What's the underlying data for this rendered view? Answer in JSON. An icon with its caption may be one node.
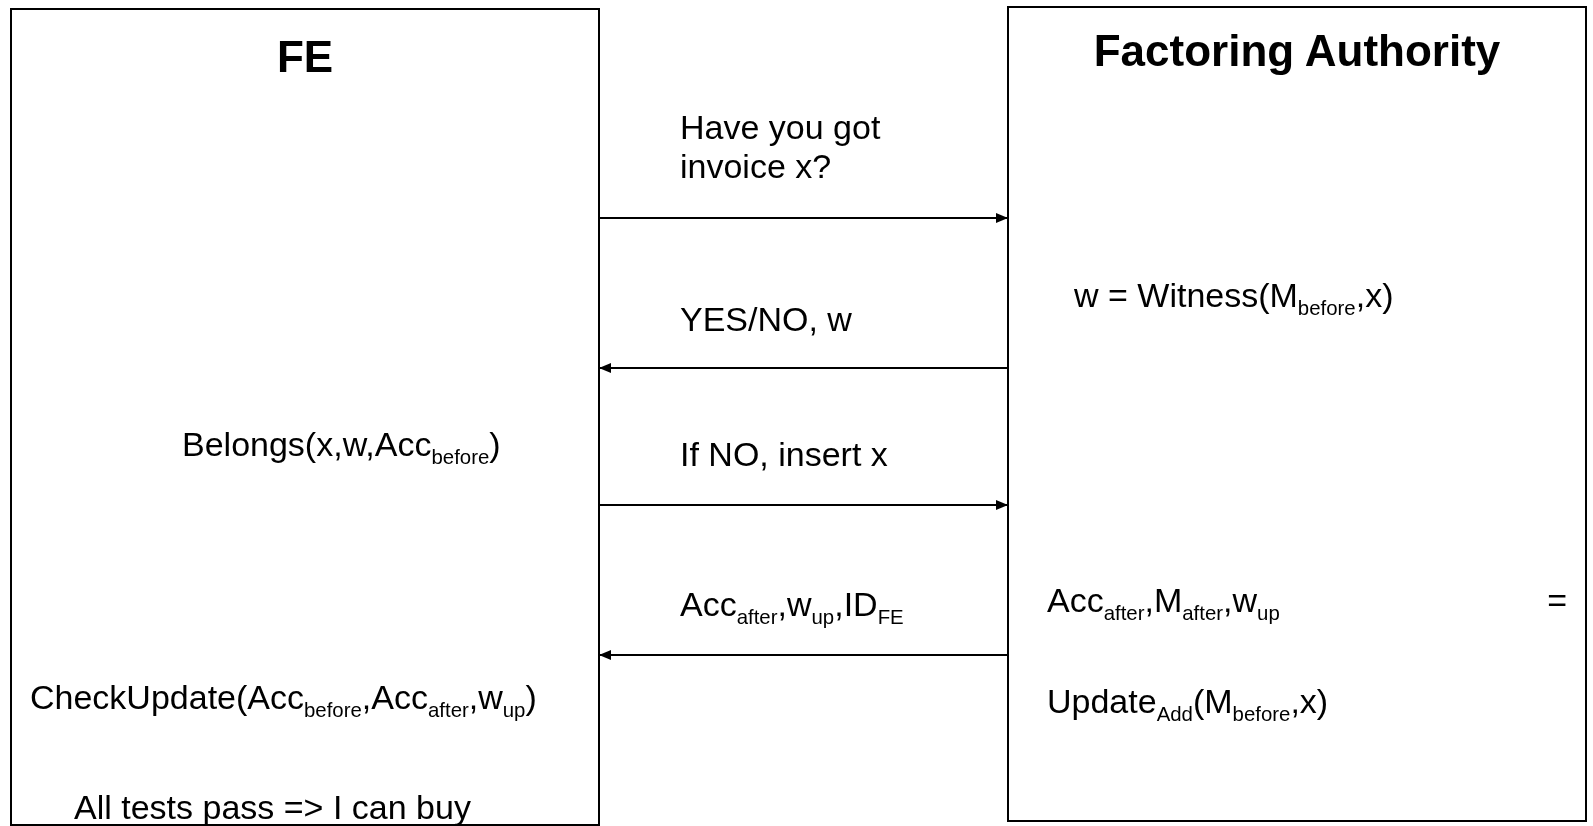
{
  "diagram": {
    "nodes": [
      {
        "text": [
          "FE",
          "Belongs(x,w,Acc$_{before}$)",
          "CheckUpdate(Acc$_{before}$,Acc$_{after}$,w$_{up}$)",
          "All tests pass  => I can buy"
        ]
      },
      {
        "text": [
          "Factoring Authority",
          "w = Witness(M$_{before}$,x)",
          "Acc$_{after}$,M$_{after}$,w$_{up}$ = Update$_{Add}$(M$_{before}$,x)"
        ]
      }
    ],
    "edges": [
      {
        "from": 0,
        "to": 1,
        "arrow": "to",
        "label": "Have you got invoice x?"
      },
      {
        "from": 1,
        "to": 0,
        "arrow": "to",
        "label": "YES/NO, w"
      },
      {
        "from": 0,
        "to": 1,
        "arrow": "to",
        "label": "If NO, insert x"
      },
      {
        "from": 1,
        "to": 0,
        "arrow": "to",
        "label": "Acc$_{after}$,w$_{up}$,ID$_{FE}$"
      }
    ]
  }
}
